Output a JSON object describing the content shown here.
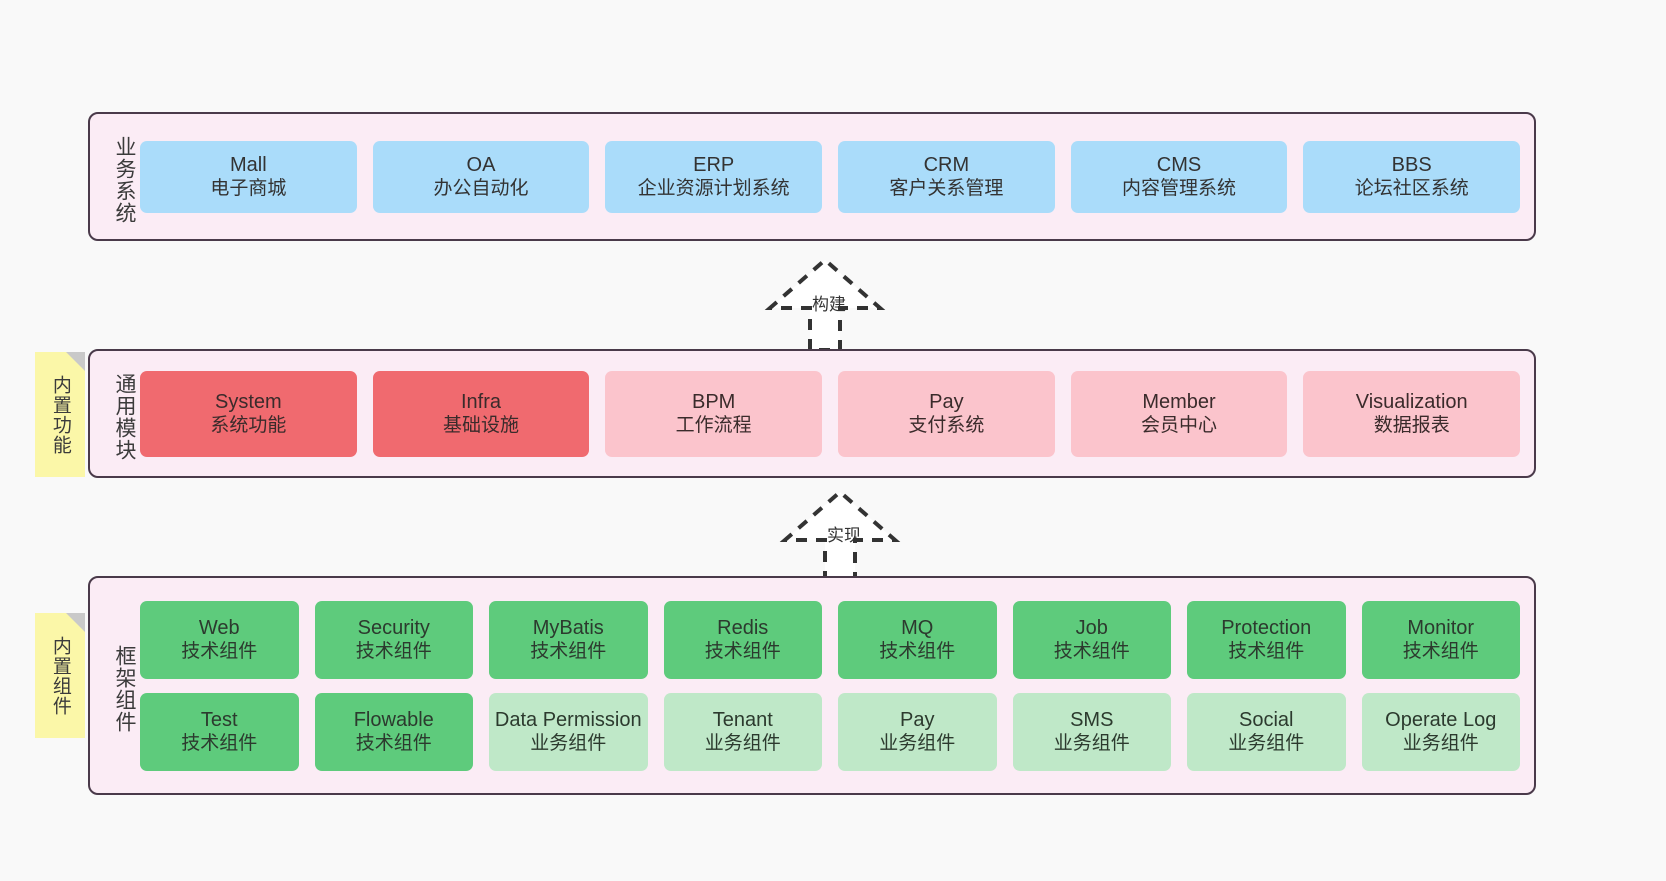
{
  "diagram": {
    "background_color": "#f9f9f9",
    "panel_fill": "#fbecf5",
    "panel_border": "#4a3a4a",
    "sticky_color": "#fbf7a8"
  },
  "layers": {
    "business": {
      "title": "业务系统",
      "rows": [
        [
          {
            "name": "Mall",
            "sub": "电子商城",
            "color": "#aadcfa",
            "style": "blue"
          },
          {
            "name": "OA",
            "sub": "办公自动化",
            "color": "#aadcfa",
            "style": "blue"
          },
          {
            "name": "ERP",
            "sub": "企业资源计划系统",
            "color": "#aadcfa",
            "style": "blue"
          },
          {
            "name": "CRM",
            "sub": "客户关系管理",
            "color": "#aadcfa",
            "style": "blue"
          },
          {
            "name": "CMS",
            "sub": "内容管理系统",
            "color": "#aadcfa",
            "style": "blue"
          },
          {
            "name": "BBS",
            "sub": "论坛社区系统",
            "color": "#aadcfa",
            "style": "blue"
          }
        ]
      ]
    },
    "common": {
      "title": "通用模块",
      "sticky": "内置功能",
      "rows": [
        [
          {
            "name": "System",
            "sub": "系统功能",
            "color": "#f06a6f",
            "style": "red"
          },
          {
            "name": "Infra",
            "sub": "基础设施",
            "color": "#f06a6f",
            "style": "red"
          },
          {
            "name": "BPM",
            "sub": "工作流程",
            "color": "#fbc4cc",
            "style": "pink"
          },
          {
            "name": "Pay",
            "sub": "支付系统",
            "color": "#fbc4cc",
            "style": "pink"
          },
          {
            "name": "Member",
            "sub": "会员中心",
            "color": "#fbc4cc",
            "style": "pink"
          },
          {
            "name": "Visualization",
            "sub": "数据报表",
            "color": "#fbc4cc",
            "style": "pink"
          }
        ]
      ]
    },
    "frame": {
      "title": "框架组件",
      "sticky": "内置组件",
      "rows": [
        [
          {
            "name": "Web",
            "sub": "技术组件",
            "color": "#5ecb7c",
            "style": "green"
          },
          {
            "name": "Security",
            "sub": "技术组件",
            "color": "#5ecb7c",
            "style": "green"
          },
          {
            "name": "MyBatis",
            "sub": "技术组件",
            "color": "#5ecb7c",
            "style": "green"
          },
          {
            "name": "Redis",
            "sub": "技术组件",
            "color": "#5ecb7c",
            "style": "green"
          },
          {
            "name": "MQ",
            "sub": "技术组件",
            "color": "#5ecb7c",
            "style": "green"
          },
          {
            "name": "Job",
            "sub": "技术组件",
            "color": "#5ecb7c",
            "style": "green"
          },
          {
            "name": "Protection",
            "sub": "技术组件",
            "color": "#5ecb7c",
            "style": "green"
          },
          {
            "name": "Monitor",
            "sub": "技术组件",
            "color": "#5ecb7c",
            "style": "green"
          }
        ],
        [
          {
            "name": "Test",
            "sub": "技术组件",
            "color": "#5ecb7c",
            "style": "green"
          },
          {
            "name": "Flowable",
            "sub": "技术组件",
            "color": "#5ecb7c",
            "style": "green"
          },
          {
            "name": "Data Permission",
            "sub": "业务组件",
            "color": "#bfe8c8",
            "style": "lgreen"
          },
          {
            "name": "Tenant",
            "sub": "业务组件",
            "color": "#bfe8c8",
            "style": "lgreen"
          },
          {
            "name": "Pay",
            "sub": "业务组件",
            "color": "#bfe8c8",
            "style": "lgreen"
          },
          {
            "name": "SMS",
            "sub": "业务组件",
            "color": "#bfe8c8",
            "style": "lgreen"
          },
          {
            "name": "Social",
            "sub": "业务组件",
            "color": "#bfe8c8",
            "style": "lgreen"
          },
          {
            "name": "Operate Log",
            "sub": "业务组件",
            "color": "#bfe8c8",
            "style": "lgreen"
          }
        ]
      ]
    }
  },
  "connectors": [
    {
      "id": "build",
      "label": "构建",
      "style": "dashed-hollow-arrow-up"
    },
    {
      "id": "impl",
      "label": "实现",
      "style": "dashed-hollow-arrow-up"
    }
  ]
}
